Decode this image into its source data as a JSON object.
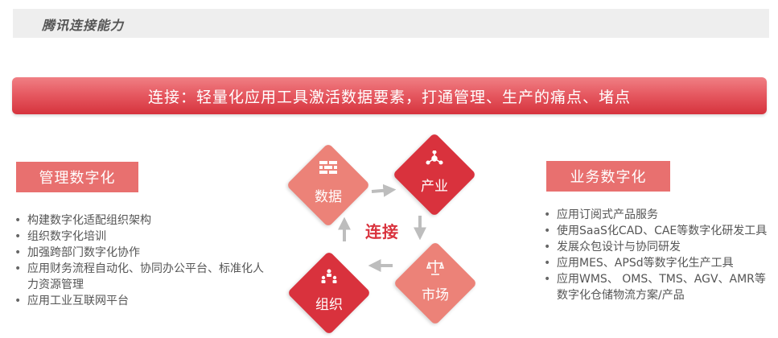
{
  "header": {
    "title": "腾讯连接能力"
  },
  "banner": {
    "text": "连接：轻量化应用工具激活数据要素，打通管理、生产的痛点、堵点"
  },
  "left_section": {
    "tag": "管理数字化",
    "items": [
      "构建数字化适配组织架构",
      "组织数字化培训",
      "加强跨部门数字化协作",
      "应用财务流程自动化、协同办公平台、标准化人力资源管理",
      "应用工业互联网平台"
    ]
  },
  "right_section": {
    "tag": "业务数字化",
    "items": [
      "应用订阅式产品服务",
      "使用SaaS化CAD、CAE等数字化研发工具",
      "发展众包设计与协同研发",
      "应用MES、APSd等数字化生产工具",
      "应用WMS、 OMS、TMS、AGV、AMR等数字化仓储物流方案/产品"
    ]
  },
  "cycle": {
    "center": "连接",
    "nodes": [
      {
        "label": "数据",
        "icon": "brick-wall-icon",
        "style": "light",
        "color": "#ec8278"
      },
      {
        "label": "产业",
        "icon": "network-icon",
        "style": "dark",
        "color": "#d9323d"
      },
      {
        "label": "市场",
        "icon": "balance-scale-icon",
        "style": "light",
        "color": "#ec8278"
      },
      {
        "label": "组织",
        "icon": "org-people-icon",
        "style": "dark",
        "color": "#d9323d"
      }
    ]
  },
  "colors": {
    "accent": "#d9323d",
    "light_accent": "#ec8278",
    "tag": "#e8706f",
    "arrow": "#bdbdbd"
  }
}
